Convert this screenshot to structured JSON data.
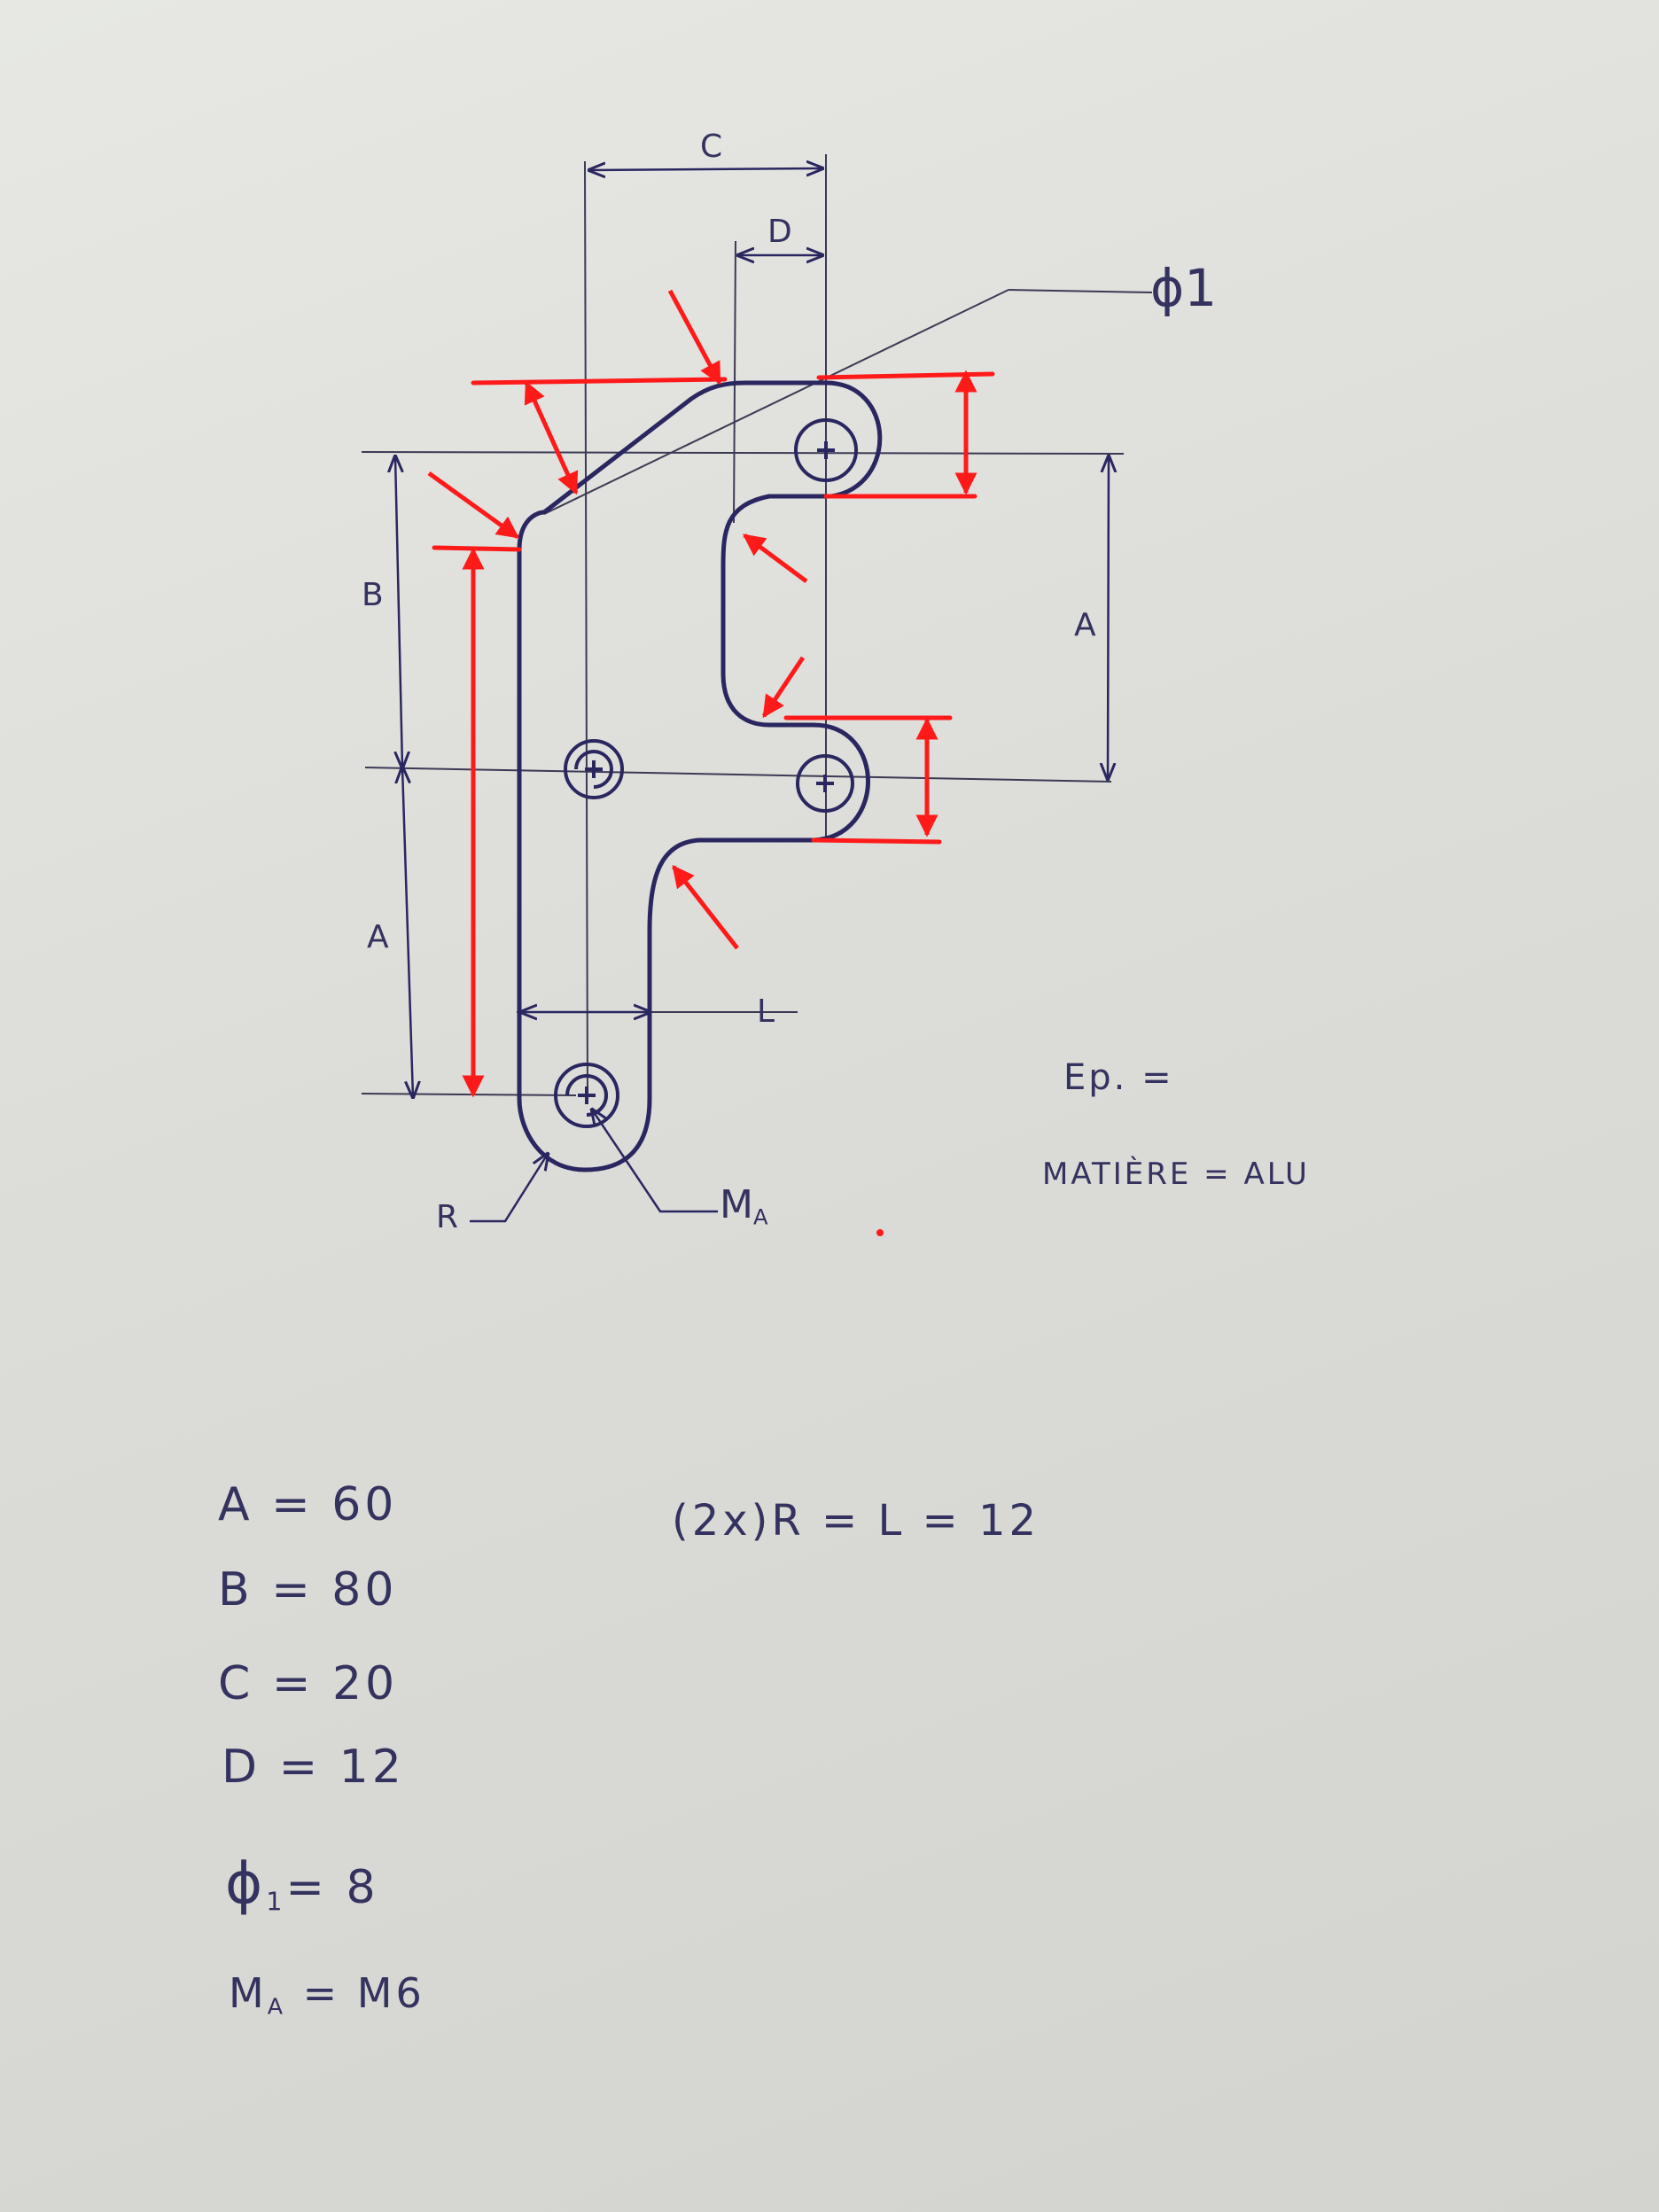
{
  "drawing": {
    "ink_color": "#2a2760",
    "markup_color": "#ff1a1a",
    "dimension_labels": {
      "c": "C",
      "d": "D",
      "a_right": "A",
      "b": "B",
      "a_left": "A",
      "l": "L",
      "r": "R",
      "phi1": "ϕ1",
      "ma_main": "M",
      "ma_sub": "A"
    },
    "notes": {
      "ep": "Ep. =",
      "matiere": "MATIÈRE = ALU"
    }
  },
  "specs": {
    "a": "A = 60",
    "b": "B = 80",
    "c": "C = 20",
    "d": "D = 12",
    "phi_main": "ϕ",
    "phi_sub": "1",
    "phi_value": "= 8",
    "ma_main": "M",
    "ma_sub": "A",
    "ma_value": "= M6",
    "rl": "(2x)R = L = 12"
  }
}
